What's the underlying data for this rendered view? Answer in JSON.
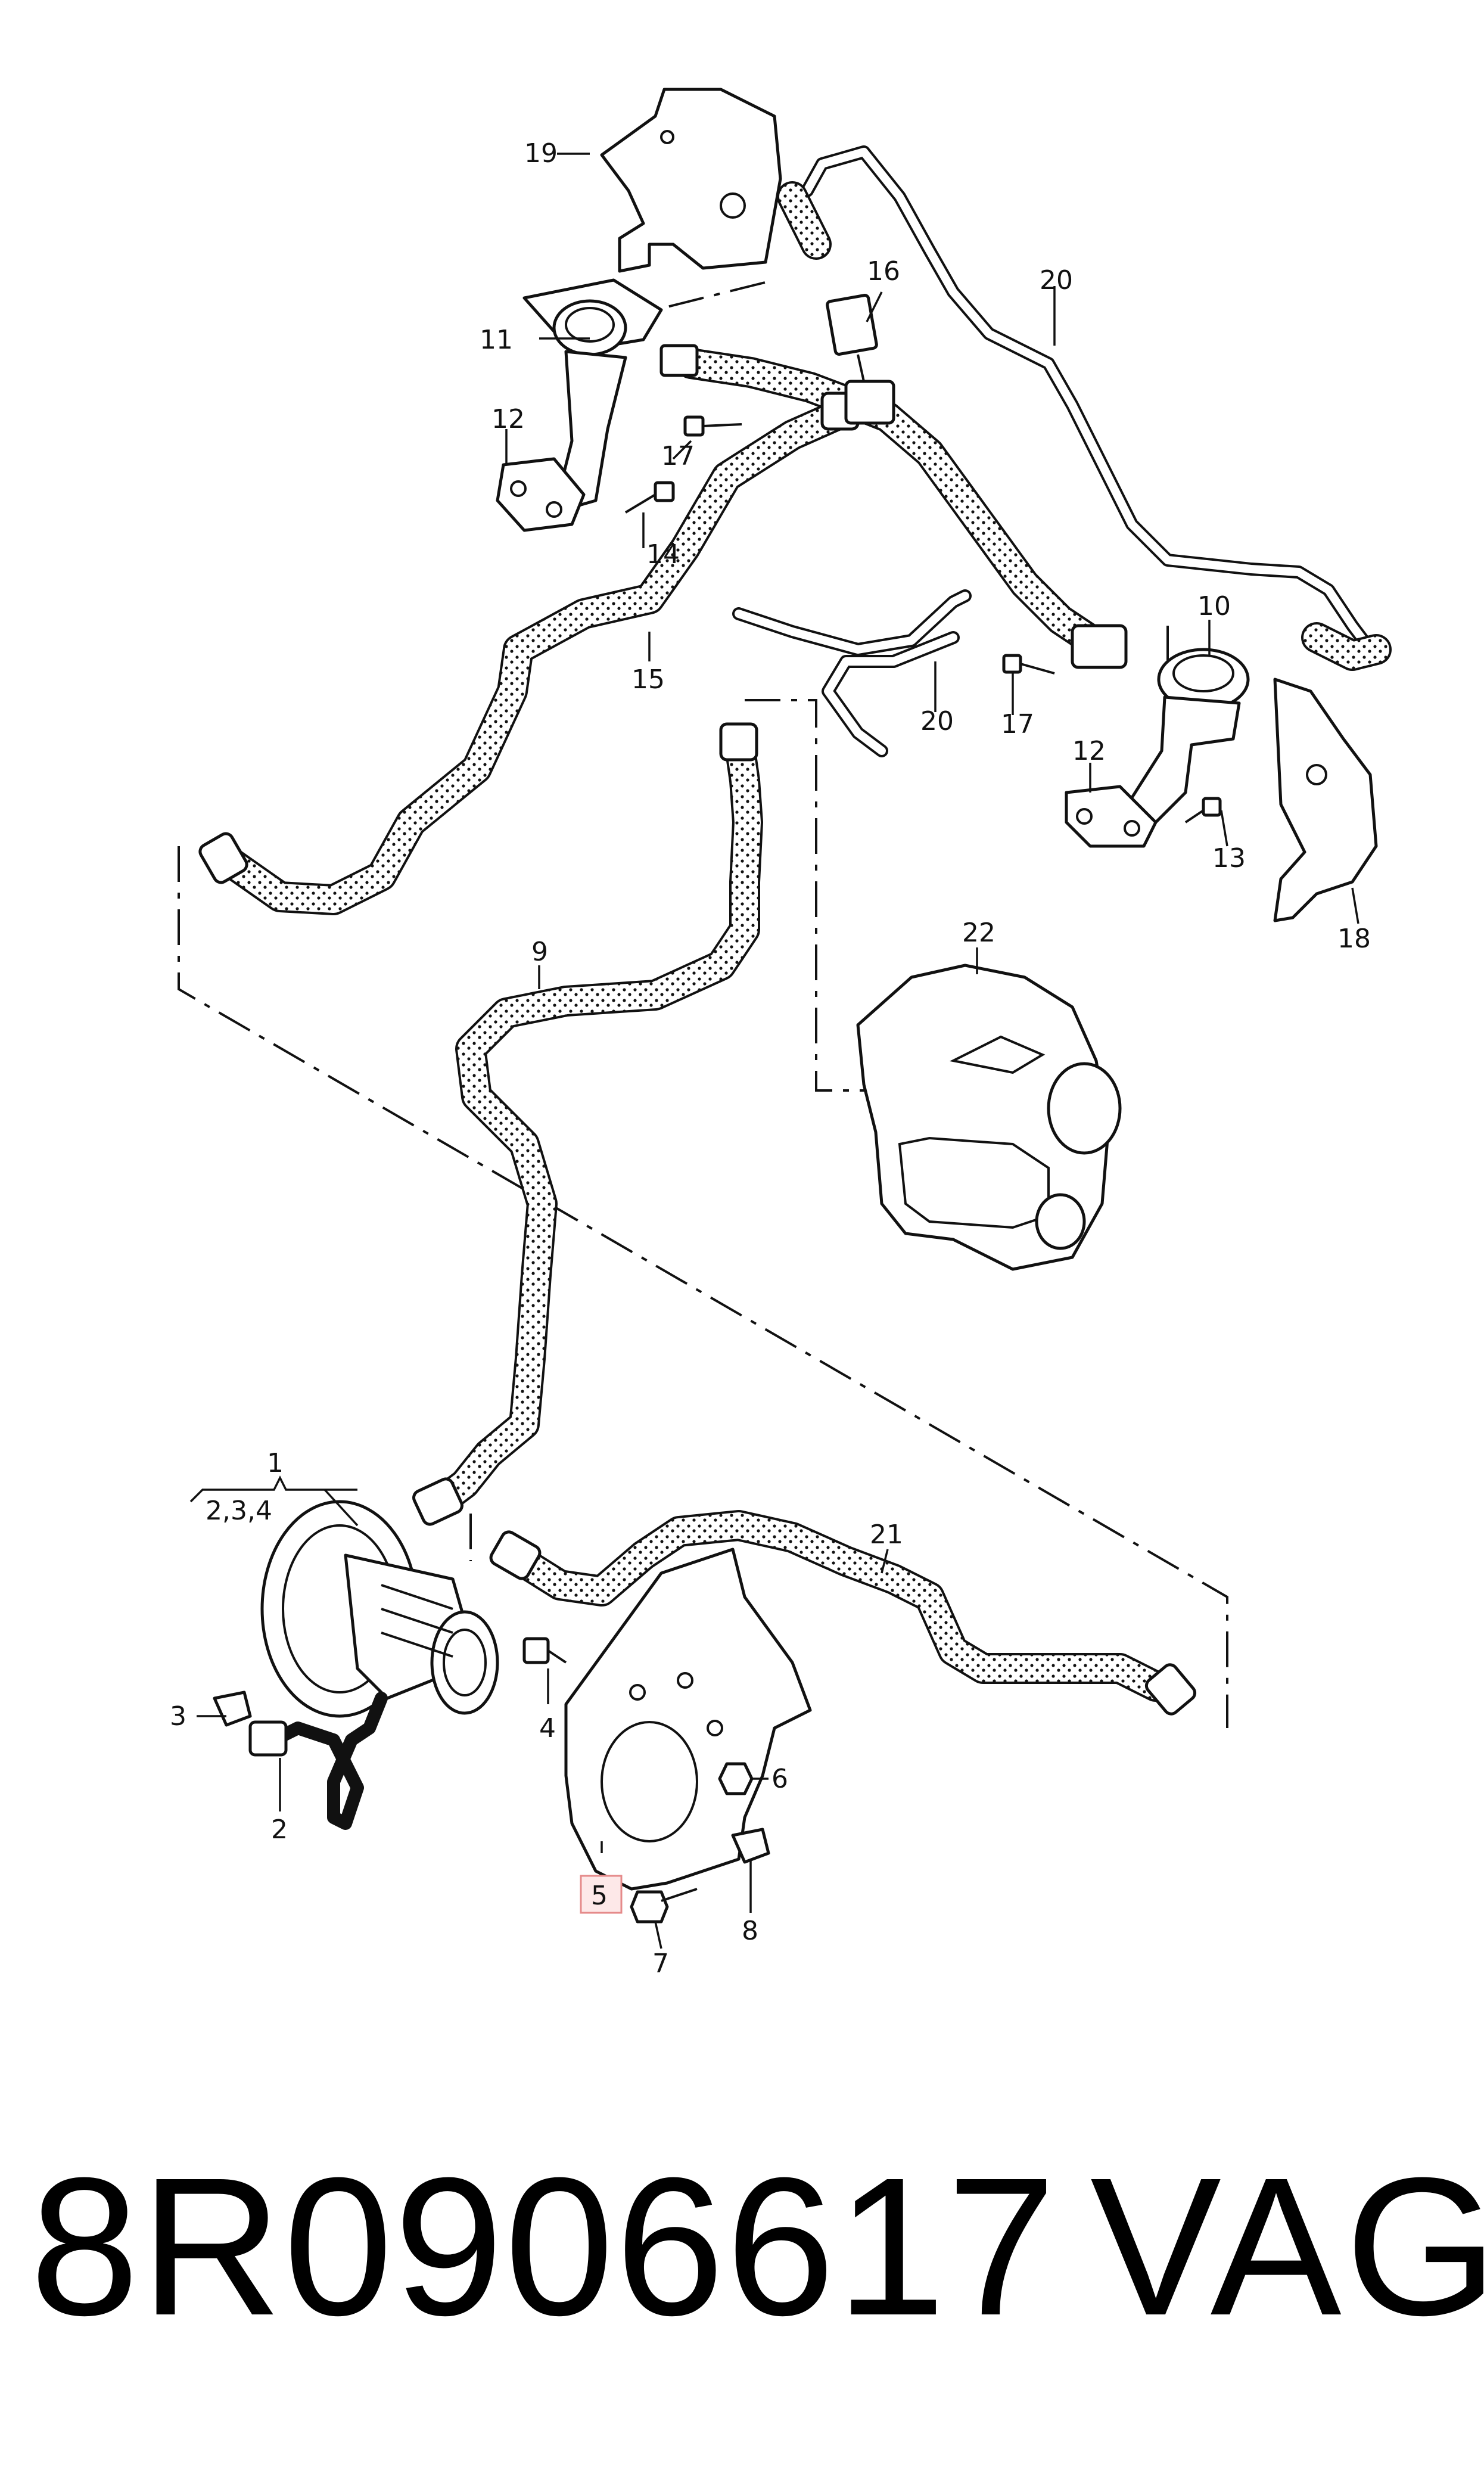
{
  "callouts": {
    "c1": "1",
    "c234": "2,3,4",
    "c2": "2",
    "c3": "3",
    "c4": "4",
    "c5": "5",
    "c6": "6",
    "c7": "7",
    "c8": "8",
    "c9": "9",
    "c10": "10",
    "c11": "11",
    "c12a": "12",
    "c12b": "12",
    "c13": "13",
    "c14": "14",
    "c15": "15",
    "c16": "16",
    "c17a": "17",
    "c17b": "17",
    "c18": "18",
    "c19": "19",
    "c20a": "20",
    "c20b": "20",
    "c21": "21",
    "c22": "22"
  },
  "highlight_color": "#e58a8a",
  "footer": {
    "part_number": "8R0906617",
    "brand": "VAG"
  }
}
